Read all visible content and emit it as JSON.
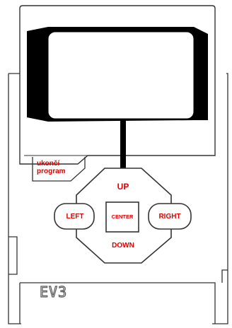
{
  "exit_button": {
    "line1": "ukončí",
    "line2": "program"
  },
  "dpad": {
    "up": "UP",
    "left": "LEFT",
    "center": "CENTER",
    "right": "RIGHT",
    "down": "DOWN"
  },
  "brand": "EV3",
  "colors": {
    "label": "#e00000",
    "outline": "#000000",
    "body": "#ffffff",
    "screen_border": "#000000"
  }
}
